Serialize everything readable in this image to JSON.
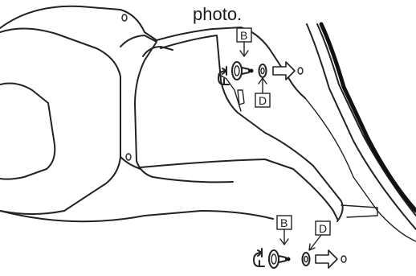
{
  "caption": "photo.",
  "callouts": {
    "upper_bolt": "B",
    "upper_washer": "D",
    "lower_bolt": "B",
    "lower_washer": "D"
  },
  "icons": {
    "rotate": "rotate-counterclockwise-icon",
    "bolt": "bolt-icon",
    "washer": "washer-icon",
    "direction": "hollow-arrow-right-icon",
    "hole": "mounting-hole-icon"
  }
}
